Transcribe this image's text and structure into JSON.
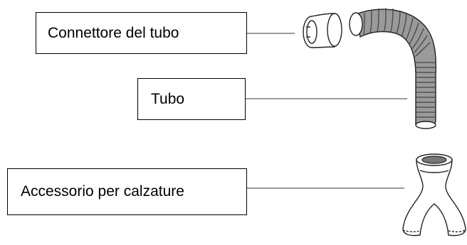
{
  "labels": {
    "connector": "Connettore del tubo",
    "tube": "Tubo",
    "shoe_accessory": "Accessorio per calzature"
  },
  "colors": {
    "line": "#7a7a7a",
    "ink": "#222222",
    "box_border": "#000000"
  }
}
